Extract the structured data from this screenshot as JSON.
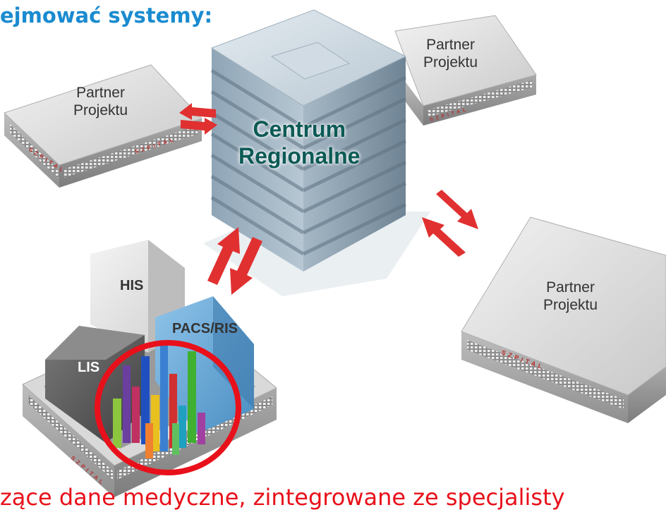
{
  "heading": "ejmować systemy:",
  "center_building": {
    "line1": "Centrum",
    "line2": "Regionalne"
  },
  "partners": [
    {
      "line1": "Partner",
      "line2": "Projektu"
    },
    {
      "line1": "Partner",
      "line2": "Projektu"
    },
    {
      "line1": "Partner",
      "line2": "Projektu"
    }
  ],
  "hospital_sign": "SZPITAL",
  "systems": {
    "his": "HIS",
    "pacs_ris": "PACS/RIS",
    "lis": "LIS"
  },
  "footer": "zące dane medyczne, zintegrowane ze specjalisty",
  "colors": {
    "heading": "#1a8bd0",
    "footer": "#e8101a",
    "center_label": "#0c5a55",
    "arrow": "#e03030",
    "highlight_circle": "#e8101a"
  }
}
